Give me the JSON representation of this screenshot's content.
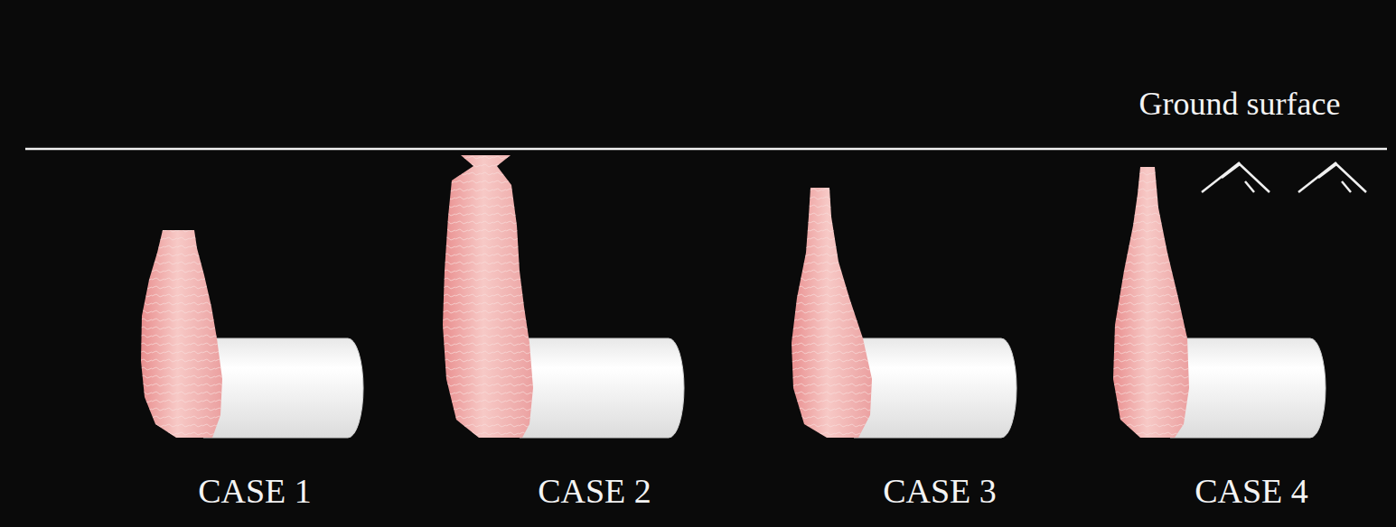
{
  "diagram": {
    "labels": [
      "Ground surface",
      "CASE 1",
      "CASE 2",
      "CASE 3",
      "CASE 4"
    ]
  }
}
